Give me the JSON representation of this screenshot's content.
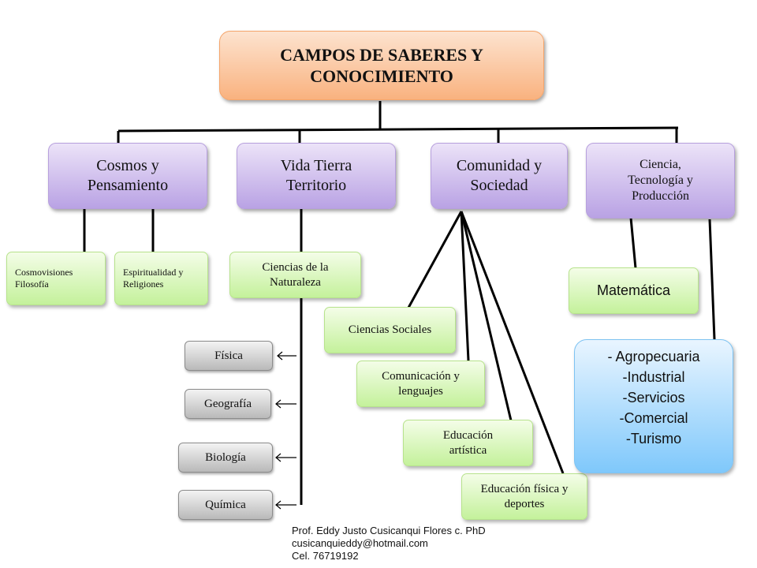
{
  "title": "CAMPOS DE SABERES Y CONOCIMIENTO",
  "fields": {
    "cosmos": "Cosmos y Pensamiento",
    "vida": "Vida Tierra Territorio",
    "comunidad": "Comunidad y Sociedad",
    "ciencia": "Ciencia, Tecnología y Producción"
  },
  "areas": {
    "cosmovisiones": "Cosmovisiones Filosofía",
    "espiritualidad": "Espiritualidad y Religiones",
    "naturaleza": "Ciencias de la Naturaleza",
    "sociales": "Ciencias Sociales",
    "comunicacion": "Comunicación y lenguajes",
    "artistica": "Educación artística",
    "fisica_deportes": "Educación física y deportes",
    "matematica": "Matemática"
  },
  "natural_sciences": [
    "Física",
    "Geografía",
    "Biología",
    "Química"
  ],
  "technical": [
    "- Agropecuaria",
    "-Industrial",
    "-Servicios",
    "-Comercial",
    "-Turismo"
  ],
  "credit": {
    "author": "Prof. Eddy Justo Cusicanqui Flores c. PhD",
    "email": "cusicanquieddy@hotmail.com",
    "phone": "Cel. 76719192"
  },
  "colors": {
    "root": "#f9b27f",
    "field": "#b9a2e4",
    "area": "#c4f19b",
    "subject": "#b9b9b9",
    "technical": "#7fc8fb",
    "connector": "#000000"
  }
}
